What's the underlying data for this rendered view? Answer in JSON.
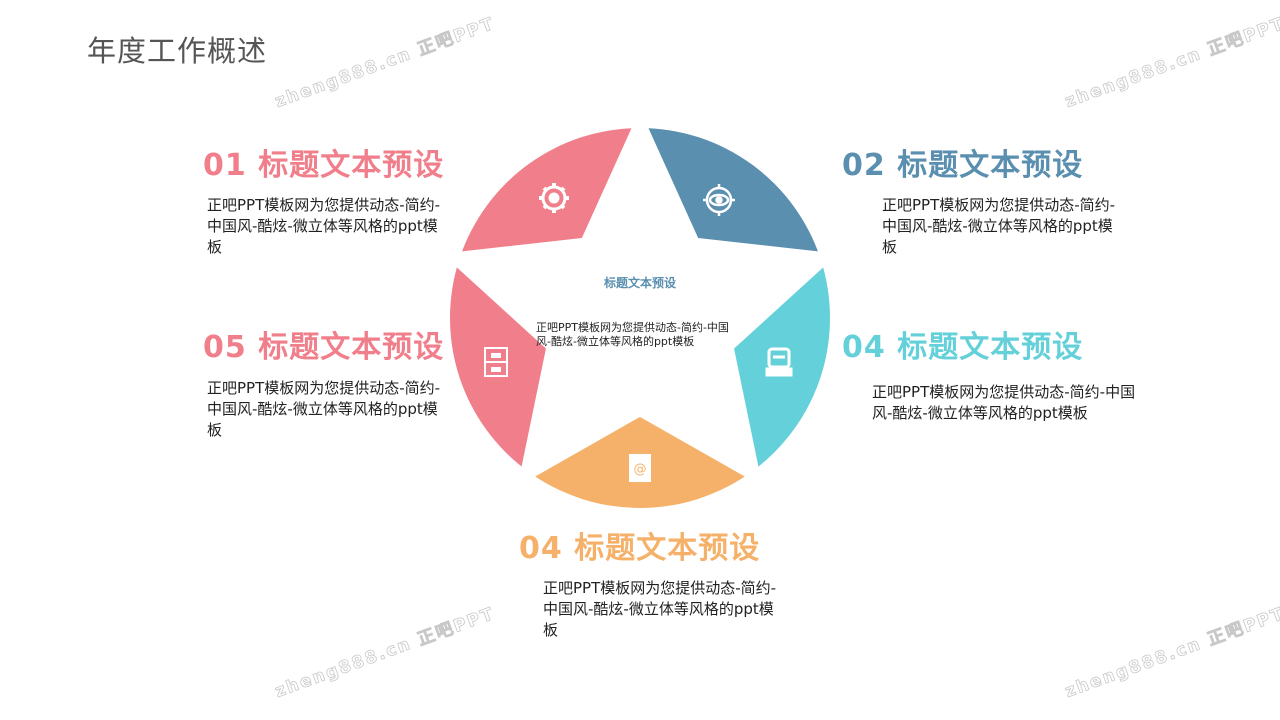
{
  "title": "年度工作概述",
  "watermark": "zheng888.cn 正吧PPT",
  "colors": {
    "pink": "#f07f8b",
    "blue": "#5a8fb0",
    "cyan": "#63d0da",
    "orange": "#f5b169"
  },
  "center": {
    "title": "标题文本预设",
    "body": "正吧PPT模板网为您提供动态-简约-中国风-酷炫-微立体等风格的ppt模板"
  },
  "items": [
    {
      "heading": "01 标题文本预设",
      "body": "正吧PPT模板网为您提供动态-简约-中国风-酷炫-微立体等风格的ppt模板",
      "icon": "gear-runner-icon"
    },
    {
      "heading": "02 标题文本预设",
      "body": "正吧PPT模板网为您提供动态-简约-中国风-酷炫-微立体等风格的ppt模板",
      "icon": "target-eye-icon"
    },
    {
      "heading": "04 标题文本预设",
      "body": "正吧PPT模板网为您提供动态-简约-中国风-酷炫-微立体等风格的ppt模板",
      "icon": "printer-icon"
    },
    {
      "heading": "04 标题文本预设",
      "body": "正吧PPT模板网为您提供动态-简约-中国风-酷炫-微立体等风格的ppt模板",
      "icon": "address-book-icon"
    },
    {
      "heading": "05 标题文本预设",
      "body": "正吧PPT模板网为您提供动态-简约-中国风-酷炫-微立体等风格的ppt模板",
      "icon": "cabinet-icon"
    }
  ]
}
